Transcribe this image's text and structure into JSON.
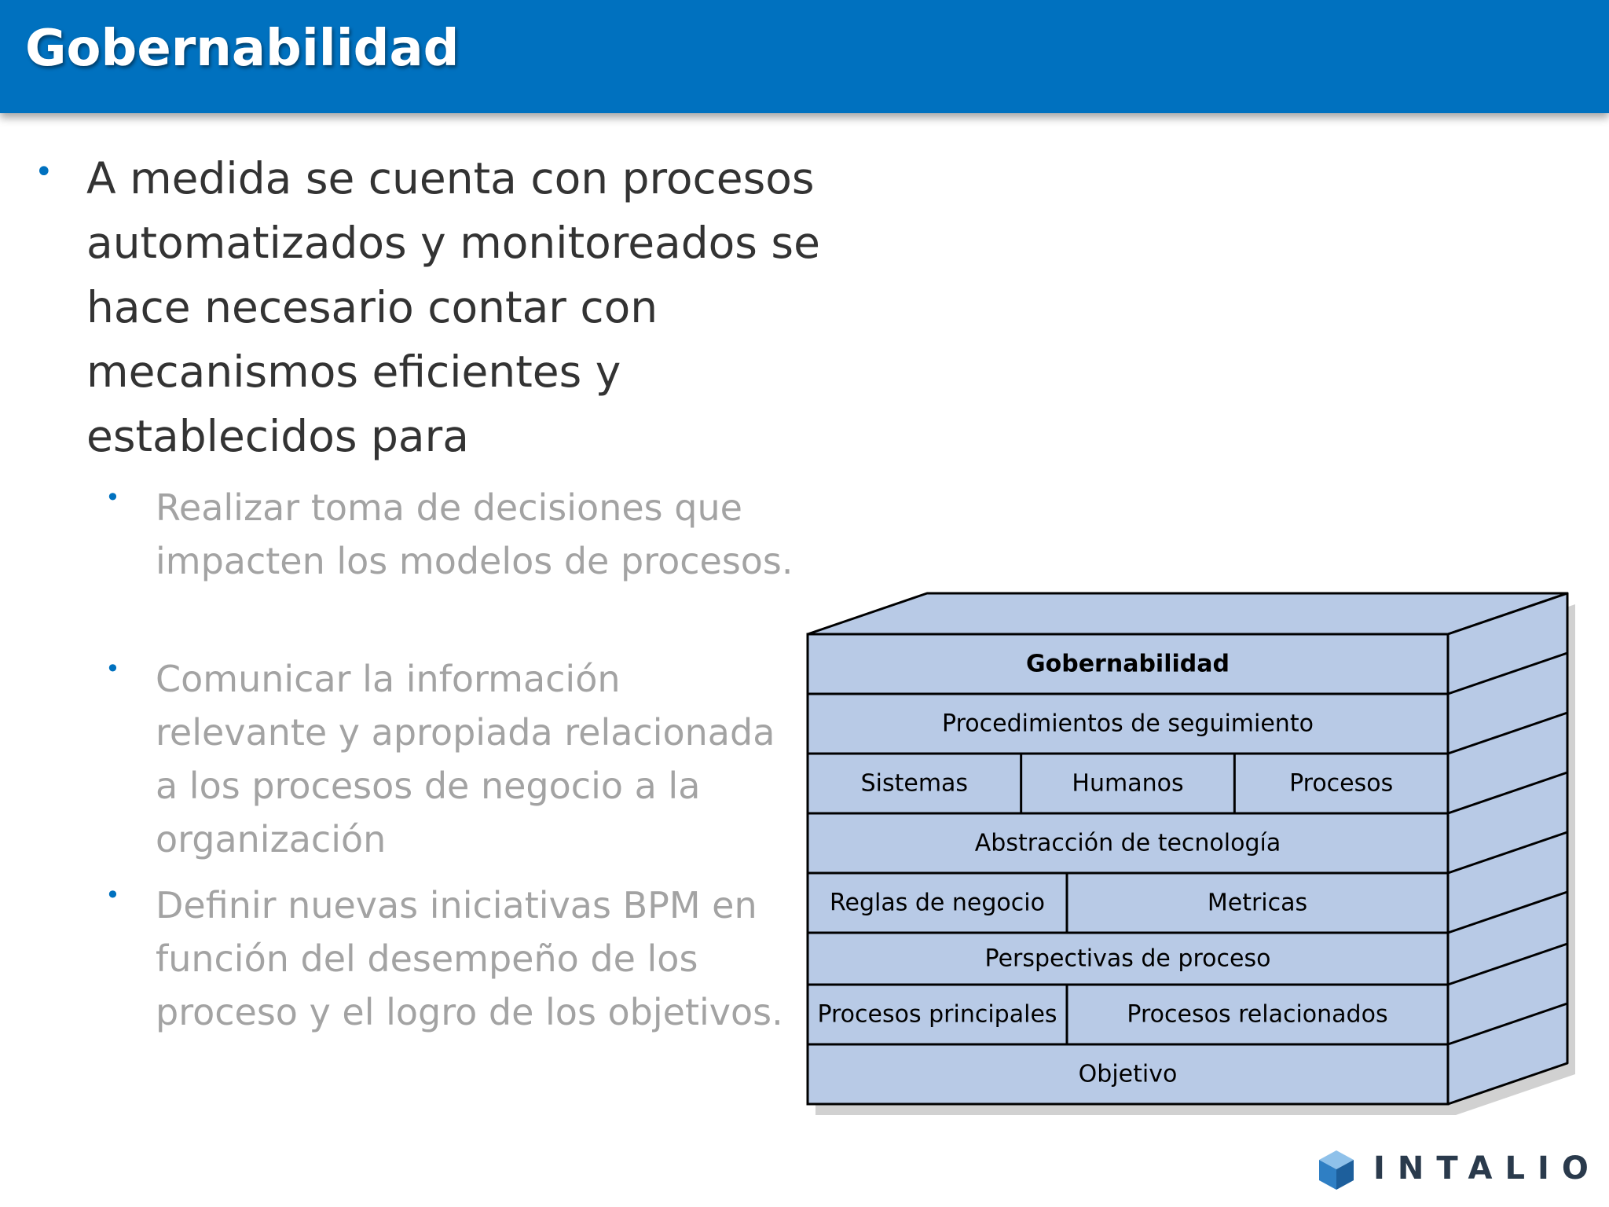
{
  "header": {
    "title": "Gobernabilidad"
  },
  "content": {
    "main_bullet": "A medida se cuenta con procesos automatizados y monitoreados se hace necesario contar con mecanismos eficientes y establecidos para",
    "sub_bullets": [
      "Realizar toma de decisiones que impacten los modelos de procesos.",
      "Comunicar la información relevante y apropiada relacionada a los procesos de negocio a la organización",
      "Definir nuevas iniciativas BPM en función del desempeño de los proceso y el logro de los objetivos."
    ]
  },
  "diagram": {
    "layers": [
      [
        "Gobernabilidad"
      ],
      [
        "Procedimientos de seguimiento"
      ],
      [
        "Sistemas",
        "Humanos",
        "Procesos"
      ],
      [
        "Abstracción de tecnología"
      ],
      [
        "Reglas de negocio",
        "Metricas"
      ],
      [
        "Perspectivas de proceso"
      ],
      [
        "Procesos principales",
        "Procesos relacionados"
      ],
      [
        "Objetivo"
      ]
    ],
    "fill_color": "#b8cae6",
    "stroke_color": "#000000"
  },
  "logo": {
    "text": "INTALIO",
    "cube_color": "#3b82c4"
  }
}
